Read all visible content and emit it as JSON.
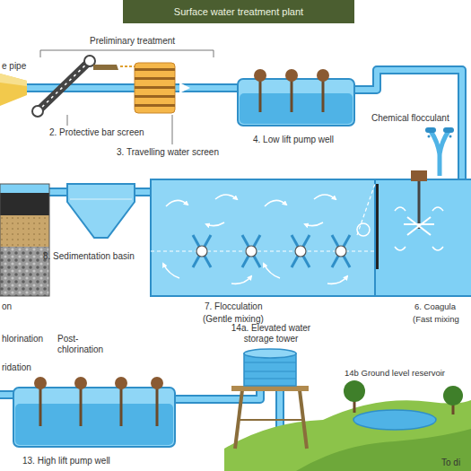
{
  "diagram": {
    "title": "Surface water treatment plant",
    "labels": [
      "Preliminary treatment",
      "e pipe",
      "2. Protective bar screen",
      "3. Travelling water screen",
      "4. Low lift pump well",
      "Chemical flocculant",
      "8. Sedimentation basin",
      "7. Flocculation",
      "(Gentle mixing)",
      "6. Coagula",
      "(Fast mixing",
      "on",
      "hlorination",
      "Post- chlorination",
      "ridation",
      "14a. Elevated water storage tower",
      "14b Ground level reservoir",
      "13. High lift pump well",
      "To di"
    ]
  }
}
